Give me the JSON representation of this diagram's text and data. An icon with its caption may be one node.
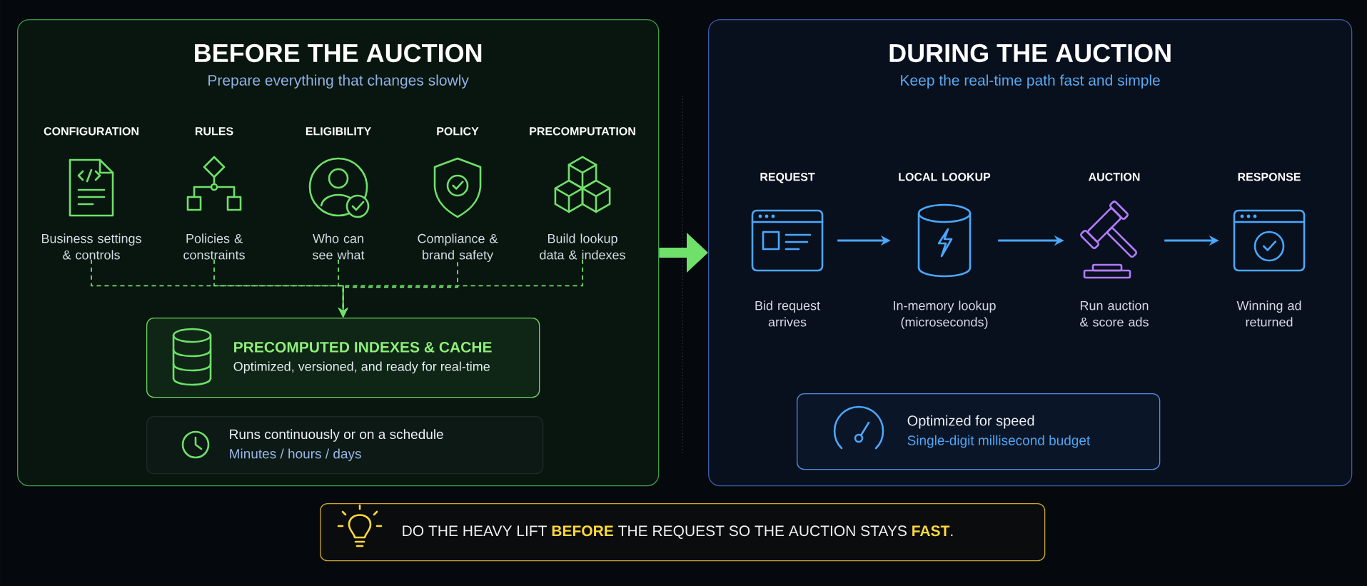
{
  "diagram": {
    "nodes": [
      {
        "text": [
          "BEFORE THE AUCTION",
          "Prepare everything that changes slowly"
        ]
      },
      {
        "text": [
          "CONFIGURATION",
          "Business settings & controls"
        ],
        "in": 0
      },
      {
        "text": [
          "RULES",
          "Policies & constraints"
        ],
        "in": 0
      },
      {
        "text": [
          "ELIGIBILITY",
          "Who can see what"
        ],
        "in": 0
      },
      {
        "text": [
          "POLICY",
          "Compliance & brand safety"
        ],
        "in": 0
      },
      {
        "text": [
          "PRECOMPUTATION",
          "Build lookup data & indexes"
        ],
        "in": 0
      },
      {
        "text": [
          "PRECOMPUTED INDEXES & CACHE",
          "Optimized, versioned, and ready for real-time"
        ],
        "in": 0
      },
      {
        "text": [
          "Runs continuously or on a schedule",
          "Minutes / hours / days"
        ],
        "in": 0
      },
      {
        "text": [
          "DURING THE AUCTION",
          "Keep the real-time path fast and simple"
        ]
      },
      {
        "text": [
          "REQUEST",
          "Bid request arrives"
        ],
        "in": 8
      },
      {
        "text": [
          "LOCAL LOOKUP",
          "In-memory lookup (microseconds)"
        ],
        "in": 8
      },
      {
        "text": [
          "AUCTION",
          "Run auction & score ads"
        ],
        "in": 8
      },
      {
        "text": [
          "RESPONSE",
          "Winning ad returned"
        ],
        "in": 8
      },
      {
        "text": [
          "Optimized for speed",
          "Single-digit millisecond budget"
        ],
        "in": 8
      },
      {
        "text": [
          "DO THE HEAVY LIFT **BEFORE** THE REQUEST SO THE AUCTION STAYS **FAST**."
        ]
      }
    ],
    "edges": [
      {
        "from": 1,
        "to": 6,
        "arrow": "to",
        "style": "dashed"
      },
      {
        "from": 2,
        "to": 6,
        "arrow": "to",
        "style": "dashed"
      },
      {
        "from": 3,
        "to": 6,
        "arrow": "to",
        "style": "dashed"
      },
      {
        "from": 4,
        "to": 6,
        "arrow": "to",
        "style": "dashed"
      },
      {
        "from": 5,
        "to": 6,
        "arrow": "to",
        "style": "dashed"
      },
      {
        "from": 0,
        "to": 8,
        "arrow": "to",
        "style": "thick"
      },
      {
        "from": 9,
        "to": 10,
        "arrow": "to",
        "color": "#4aa8ff"
      },
      {
        "from": 10,
        "to": 11,
        "arrow": "to",
        "color": "#4aa8ff"
      },
      {
        "from": 11,
        "to": 12,
        "arrow": "to",
        "color": "#4aa8ff"
      }
    ]
  }
}
